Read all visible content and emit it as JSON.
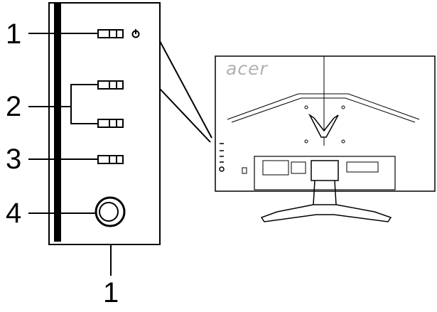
{
  "callouts": {
    "power": "1",
    "menu_buttons": "2",
    "input_button": "3",
    "joystick": "4",
    "bottom_power": "1"
  },
  "monitor": {
    "brand": "acer"
  },
  "icons": {
    "power": "power-icon",
    "joystick": "joystick-icon",
    "logo": "acer-logo"
  },
  "colors": {
    "line": "#000000",
    "brand": "#b0b0b0"
  }
}
